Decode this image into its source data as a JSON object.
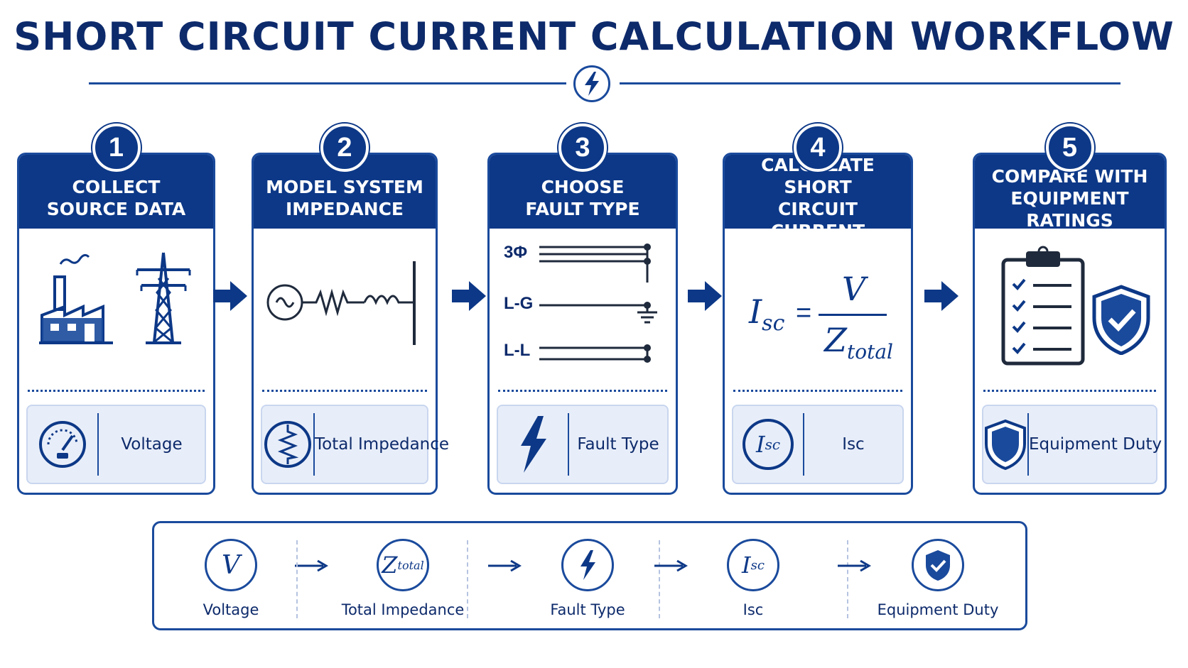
{
  "title": "SHORT CIRCUIT CURRENT CALCULATION WORKFLOW",
  "colors": {
    "primary": "#0d3887",
    "accent": "#1a4a9c",
    "panel": "#e8eef9"
  },
  "steps": [
    {
      "number": "1",
      "title_line1": "COLLECT",
      "title_line2": "SOURCE DATA",
      "info_icon": "gauge-icon",
      "info_label": "Voltage"
    },
    {
      "number": "2",
      "title_line1": "MODEL SYSTEM",
      "title_line2": "IMPEDANCE",
      "info_icon": "resistor-icon",
      "info_label": "Total Impedance"
    },
    {
      "number": "3",
      "title_line1": "CHOOSE",
      "title_line2": "FAULT TYPE",
      "info_icon": "lightning-icon",
      "info_label": "Fault Type"
    },
    {
      "number": "4",
      "title_line1": "CALCULATE SHORT",
      "title_line2": "CIRCUIT CURRENT",
      "info_icon": "isc-icon",
      "info_label": "Isc"
    },
    {
      "number": "5",
      "title_line1": "COMPARE WITH",
      "title_line2": "EQUIPMENT RATINGS",
      "info_icon": "shield-icon",
      "info_label": "Equipment Duty"
    }
  ],
  "fault_types": [
    "3Φ",
    "L-G",
    "L-L"
  ],
  "formula": {
    "lhs": "I",
    "lhs_sub": "sc",
    "numerator": "V",
    "denominator": "Z",
    "denominator_sub": "total"
  },
  "summary": [
    {
      "symbol": "V",
      "sub": "",
      "label": "Voltage"
    },
    {
      "symbol": "Z",
      "sub": "total",
      "label": "Total Impedance"
    },
    {
      "symbol": "",
      "sub": "",
      "label": "Fault Type"
    },
    {
      "symbol": "I",
      "sub": "sc",
      "label": "Isc"
    },
    {
      "symbol": "",
      "sub": "",
      "label": "Equipment Duty"
    }
  ]
}
